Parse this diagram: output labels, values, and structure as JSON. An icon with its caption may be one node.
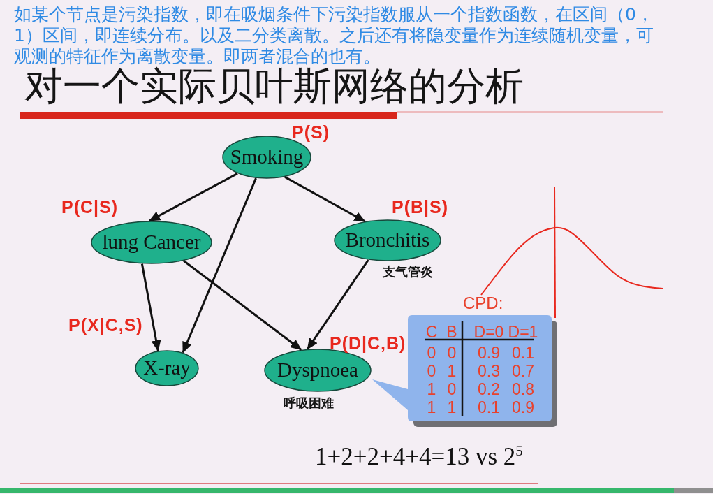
{
  "diagram": {
    "title": "对一个实际贝叶斯网络的分析",
    "nodes": [
      {
        "text": [
          "Smoking"
        ],
        "beside": [
          "P(S)"
        ]
      },
      {
        "text": [
          "lung Cancer"
        ],
        "beside": [
          "P(C|S)"
        ]
      },
      {
        "text": [
          "Bronchitis"
        ],
        "beside": [
          "P(B|S)",
          "支气管炎"
        ]
      },
      {
        "text": [
          "X-ray"
        ],
        "beside": [
          "P(X|C,S)"
        ]
      },
      {
        "text": [
          "Dyspnoea"
        ],
        "beside": [
          "P(D|C,B)",
          "呼吸困难"
        ]
      },
      {
        "text": [
          "CPD:"
        ]
      }
    ],
    "edges": [
      {
        "from": 0,
        "to": 1,
        "arrow": "to"
      },
      {
        "from": 0,
        "to": 3,
        "arrow": "to"
      },
      {
        "from": 0,
        "to": 2,
        "arrow": "to"
      },
      {
        "from": 1,
        "to": 3,
        "arrow": "to"
      },
      {
        "from": 1,
        "to": 4,
        "arrow": "to"
      },
      {
        "from": 2,
        "to": 4,
        "arrow": "to"
      }
    ],
    "labels": [
      "如某个节点是污染指数，即在吸烟条件下污染指数服从一个指数函数，在区间（0，1）区间，即连续分布。以及二分类离散。之后还有将隐变量作为连续随机变量，可观测的特征作为离散变量。即两者混合的也有。",
      "C",
      "B",
      "D=0",
      "D=1",
      "0",
      "0",
      "0.9",
      "0.1",
      "0",
      "1",
      "0.3",
      "0.7",
      "1",
      "0",
      "0.2",
      "0.8",
      "1",
      "1",
      "0.1",
      "0.9",
      "1+2+2+4+4=13 vs 2$^{5}$"
    ]
  }
}
